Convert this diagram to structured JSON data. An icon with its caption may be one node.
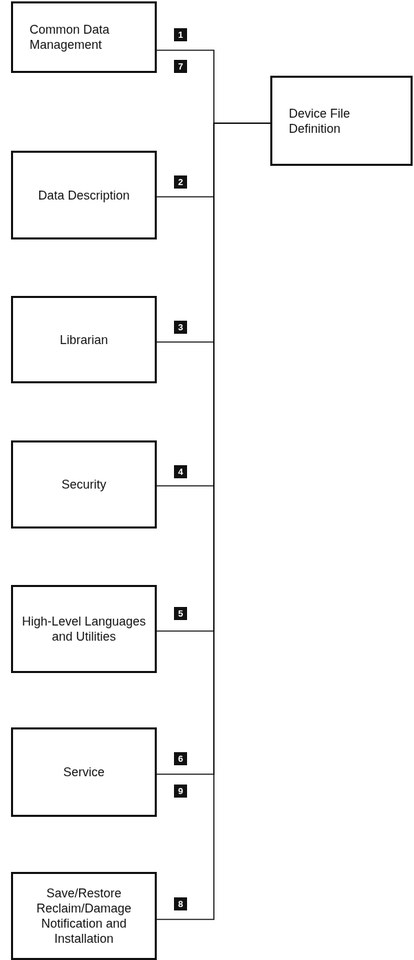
{
  "diagram": {
    "nodes": [
      {
        "text": [
          "Common Data Management"
        ]
      },
      {
        "text": [
          "Device File Definition"
        ]
      },
      {
        "text": [
          "Data Description"
        ]
      },
      {
        "text": [
          "Librarian"
        ]
      },
      {
        "text": [
          "Security"
        ]
      },
      {
        "text": [
          "High-Level Languages and Utilities"
        ]
      },
      {
        "text": [
          "Service"
        ]
      },
      {
        "text": [
          "Save/Restore Reclaim/Damage Notification and Installation"
        ]
      }
    ],
    "edges": [
      {
        "from": 0,
        "to": 1,
        "arrow": "none"
      },
      {
        "from": 2,
        "to": 1,
        "arrow": "none"
      },
      {
        "from": 3,
        "to": 1,
        "arrow": "none"
      },
      {
        "from": 4,
        "to": 1,
        "arrow": "none"
      },
      {
        "from": 5,
        "to": 1,
        "arrow": "none"
      },
      {
        "from": 6,
        "to": 1,
        "arrow": "none"
      },
      {
        "from": 7,
        "to": 1,
        "arrow": "none"
      }
    ],
    "labels": [
      "1",
      "7",
      "2",
      "3",
      "4",
      "5",
      "6",
      "9",
      "8"
    ]
  }
}
